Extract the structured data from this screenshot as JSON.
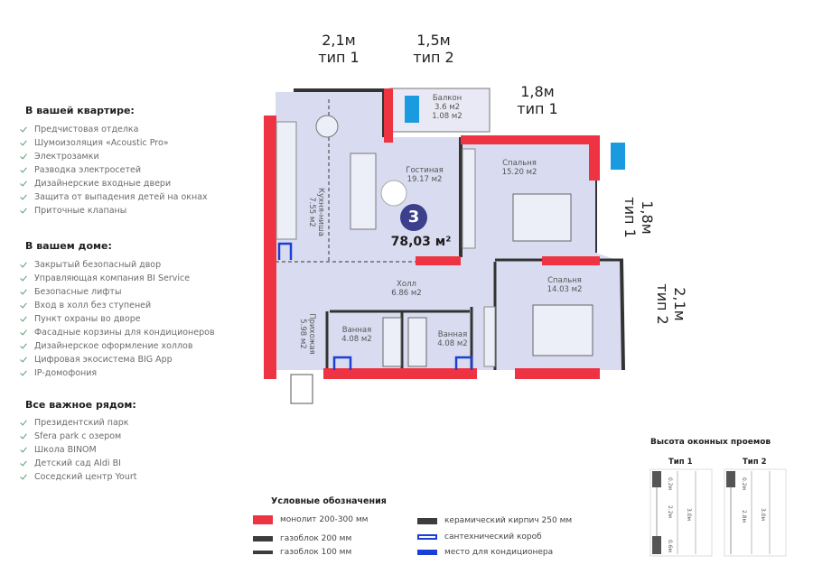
{
  "apartment": {
    "rooms_count": "3",
    "total_area": "78,03 м²"
  },
  "dimensions": {
    "top_left": {
      "size": "2,1м",
      "type": "тип 1"
    },
    "top_mid": {
      "size": "1,5м",
      "type": "тип 2"
    },
    "right_top": {
      "size": "1,8м",
      "type": "тип 1"
    },
    "right_mid": {
      "size": "1,8м",
      "type": "тип 1"
    },
    "right_bottom": {
      "size": "2,1м",
      "type": "тип 2"
    }
  },
  "rooms": [
    {
      "name": "Балкон",
      "area1": "3.6 м2",
      "area2": "1.08 м2"
    },
    {
      "name": "Гостиная",
      "area": "19.17 м2"
    },
    {
      "name": "Спальня",
      "area": "15.20 м2"
    },
    {
      "name": "Кухня-ниша",
      "area": "7.55 м2"
    },
    {
      "name": "Холл",
      "area": "6.86 м2"
    },
    {
      "name": "Спальня",
      "area": "14.03 м2"
    },
    {
      "name": "Прихожая",
      "area": "5.98 м2"
    },
    {
      "name": "Ванная",
      "area": "4.08 м2"
    },
    {
      "name": "Ванная",
      "area": "4.08 м2"
    }
  ],
  "sections": [
    {
      "title": "В вашей квартире:",
      "items": [
        "Предчистовая отделка",
        "Шумоизоляция «Acoustic Pro»",
        "Электрозамки",
        "Разводка электросетей",
        "Дизайнерские входные двери",
        "Защита от выпадения детей на окнах",
        "Приточные клапаны"
      ]
    },
    {
      "title": "В вашем доме:",
      "items": [
        "Закрытый безопасный двор",
        "Управляющая компания BI Service",
        "Безопасные лифты",
        "Вход в холл без ступеней",
        "Пункт охраны во дворе",
        "Фасадные корзины для кондиционеров",
        "Дизайнерское оформление холлов",
        "Цифровая экосистема BIG App",
        "IP-домофония"
      ]
    },
    {
      "title": "Все важное рядом:",
      "items": [
        "Президентский парк",
        "Sfera park с озером",
        "Школа BINOM",
        "Детский сад Aldi BI",
        "Соседский центр Yourt"
      ]
    }
  ],
  "legend": {
    "title": "Условные обозначения",
    "items": [
      {
        "label": "монолит 200-300 мм",
        "color": "#ee3342"
      },
      {
        "label": "газоблок 200 мм",
        "color": "#3c3c3c"
      },
      {
        "label": "газоблок 100 мм",
        "color": "#3c3c3c"
      },
      {
        "label": "керамический кирпич 250 мм",
        "color": "#3c3c3c"
      },
      {
        "label": "сантехнический короб",
        "color": "#1a3fd6"
      },
      {
        "label": "место для кондиционера",
        "color": "#1a3fd6"
      }
    ]
  },
  "windows": {
    "title": "Высота оконных проемов",
    "type1": {
      "label": "Тип 1",
      "top": "0.2м",
      "mid": "2.2м",
      "total": "3.0м",
      "bottom": "0.6м"
    },
    "type2": {
      "label": "Тип 2",
      "top": "0.2м",
      "mid": "2.8м",
      "total": "3.0м"
    }
  },
  "colors": {
    "monolith": "#ee3342",
    "plan_fill": "#d9dcf0",
    "badge": "#3b3f8c",
    "check": "#5c9a72"
  }
}
